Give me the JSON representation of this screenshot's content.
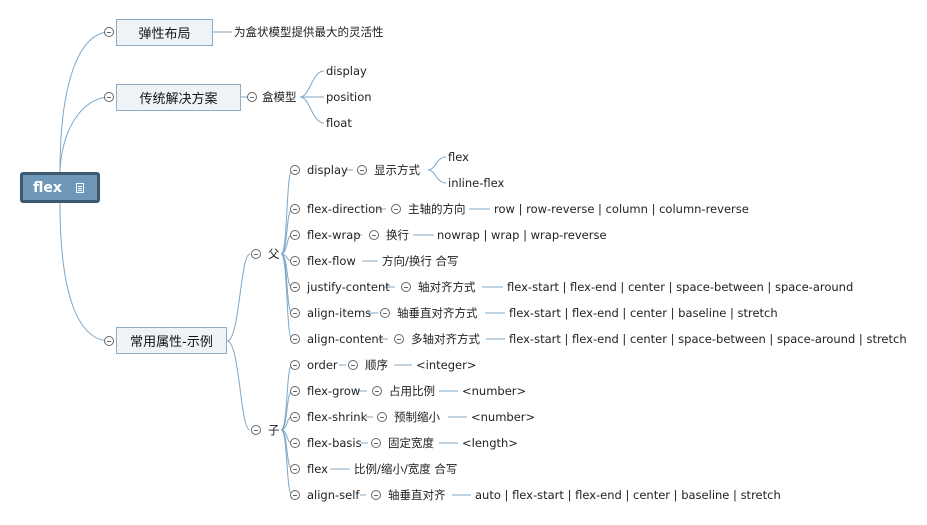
{
  "root": {
    "label": "flex"
  },
  "level1": {
    "elastic": "弹性布局",
    "elastic_desc": "为盒状模型提供最大的灵活性",
    "traditional": "传统解决方案",
    "box_model": "盒模型",
    "box_children": [
      "display",
      "position",
      "float"
    ],
    "common": "常用属性-示例"
  },
  "groups": {
    "parent": "父",
    "child": "子"
  },
  "props": [
    {
      "name": "display",
      "desc": "显示方式",
      "value": ""
    },
    {
      "name": "flex-direction",
      "desc": "主轴的方向",
      "value": "row | row-reverse | column | column-reverse"
    },
    {
      "name": "flex-wrap",
      "desc": "换行",
      "value": "nowrap | wrap | wrap-reverse"
    },
    {
      "name": "flex-flow",
      "desc": "",
      "value": "方向/换行 合写"
    },
    {
      "name": "justify-content",
      "desc": "轴对齐方式",
      "value": "flex-start | flex-end | center | space-between | space-around"
    },
    {
      "name": "align-items",
      "desc": "轴垂直对齐方式",
      "value": "flex-start | flex-end | center | baseline | stretch"
    },
    {
      "name": "align-content",
      "desc": "多轴对齐方式",
      "value": "flex-start | flex-end | center | space-between | space-around | stretch"
    },
    {
      "name": "order",
      "desc": "顺序",
      "value": "<integer>"
    },
    {
      "name": "flex-grow",
      "desc": "占用比例",
      "value": "<number>"
    },
    {
      "name": "flex-shrink",
      "desc": "预制缩小",
      "value": "<number>"
    },
    {
      "name": "flex-basis",
      "desc": "固定宽度",
      "value": "<length>"
    },
    {
      "name": "flex",
      "desc": "",
      "value": "比例/缩小/宽度 合写"
    },
    {
      "name": "align-self",
      "desc": "轴垂直对齐",
      "value": "auto | flex-start | flex-end | center | baseline | stretch"
    }
  ],
  "display_values": [
    "flex",
    "inline-flex"
  ],
  "colors": {
    "line": "#7fa7c6",
    "node_fill": "#eef3f8",
    "node_border": "#90acc4",
    "root_fill": "#6f97b8",
    "root_border": "#3d5970"
  }
}
